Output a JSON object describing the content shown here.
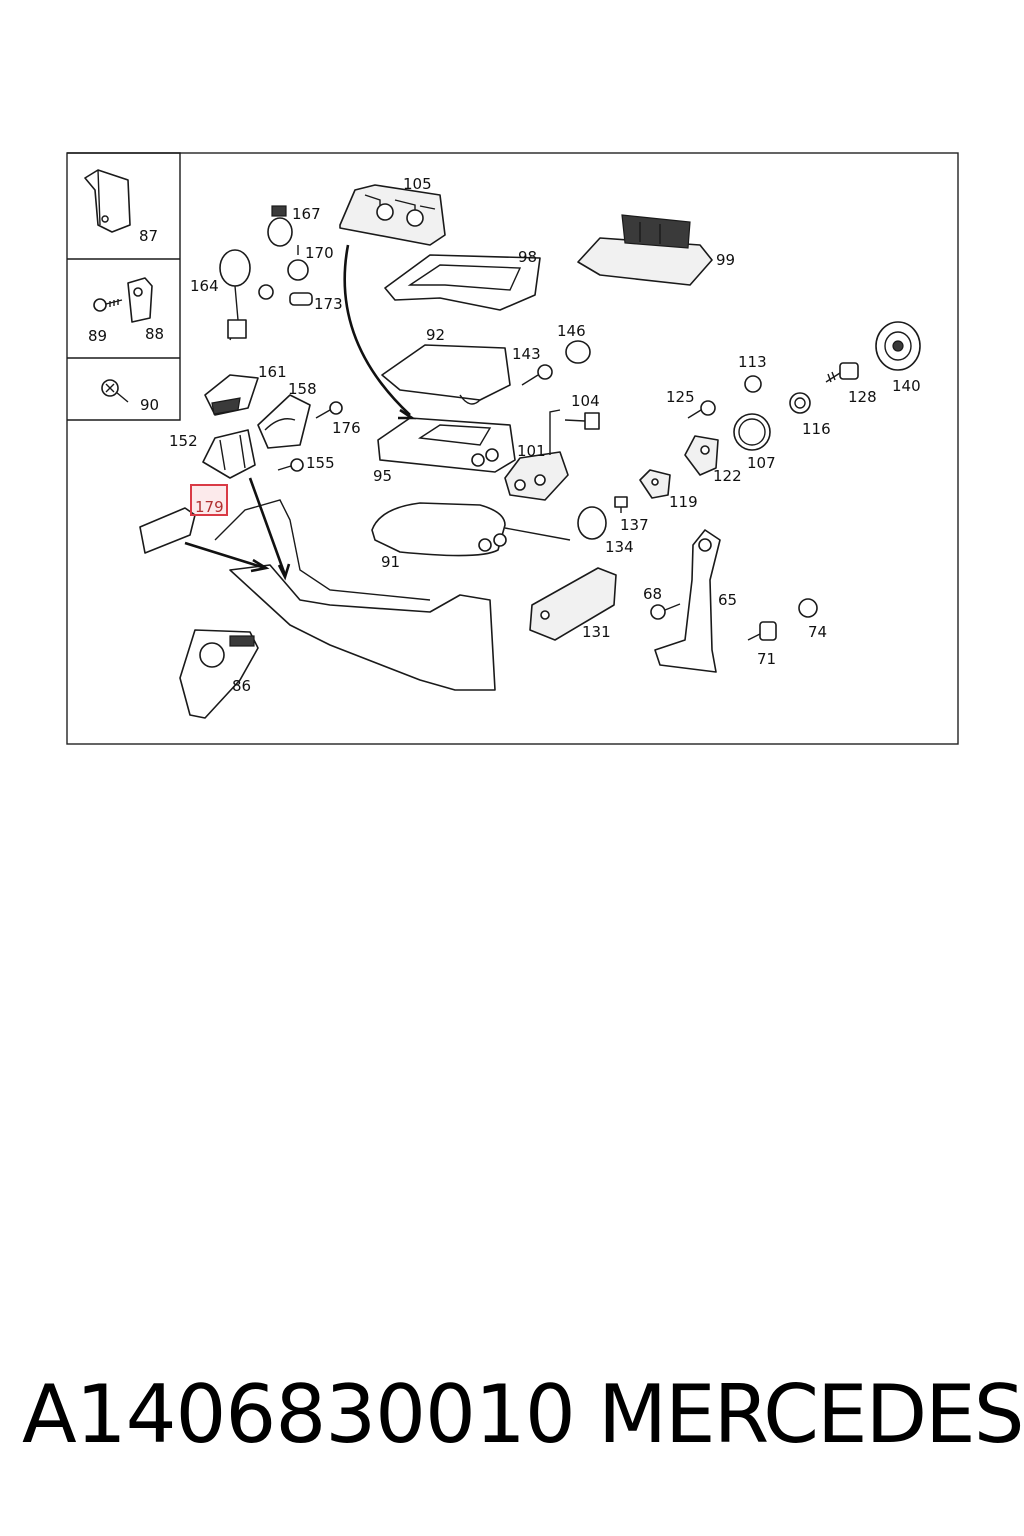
{
  "diagram": {
    "callouts": {
      "p87": "87",
      "p88": "88",
      "p89": "89",
      "p90": "90",
      "p105": "105",
      "p167": "167",
      "p170": "170",
      "p164": "164",
      "p173": "173",
      "p98": "98",
      "p99": "99",
      "p92": "92",
      "p146": "146",
      "p143": "143",
      "p161": "161",
      "p158": "158",
      "p176": "176",
      "p152": "152",
      "p155": "155",
      "p95": "95",
      "p104": "104",
      "p101": "101",
      "p113": "113",
      "p140": "140",
      "p128": "128",
      "p125": "125",
      "p116": "116",
      "p107": "107",
      "p122": "122",
      "p119": "119",
      "p137": "137",
      "p134": "134",
      "p91": "91",
      "p179": "179",
      "p68": "68",
      "p65": "65",
      "p131": "131",
      "p74": "74",
      "p71": "71",
      "p86": "86"
    },
    "highlighted_part": "179",
    "highlight_color": "#d93a45"
  },
  "footer": {
    "part_number": "A1406830010",
    "brand": "MERCEDES"
  }
}
